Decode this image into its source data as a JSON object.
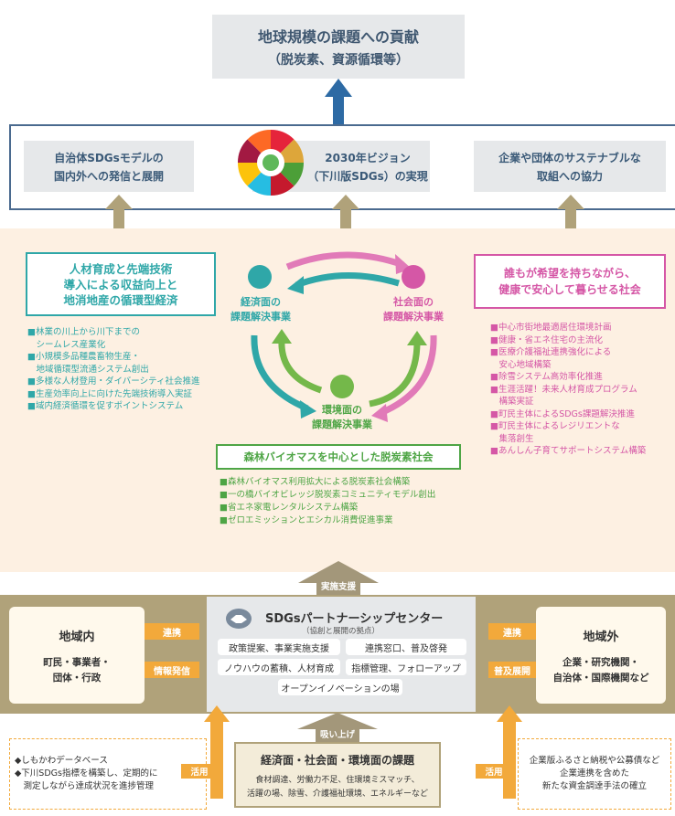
{
  "top_goal": {
    "line1": "地球規模の課題への貢献",
    "line2": "（脱炭素、資源循環等）"
  },
  "vision": {
    "left": {
      "line1": "自治体SDGsモデルの",
      "line2": "国内外への発信と展開"
    },
    "center": {
      "line1": "2030年ビジョン",
      "line2": "（下川版SDGs）の実現"
    },
    "right": {
      "line1": "企業や団体のサステナブルな",
      "line2": "取組への協力"
    }
  },
  "economic": {
    "title": [
      "人材育成と先端技術",
      "導入による収益向上と",
      "地消地産の循環型経済"
    ],
    "bullets": [
      "■林業の川上から川下までの",
      "　シームレス産業化",
      "■小規模多品種農畜物生産・",
      "　地域循環型流通システム創出",
      "■多様な人材登用・ダイバーシティ社会推進",
      "■生産効率向上に向けた先端技術導入実証",
      "■域内経済循環を促すポイントシステム"
    ]
  },
  "social": {
    "title": [
      "誰もが希望を持ちながら、",
      "健康で安心して暮らせる社会"
    ],
    "bullets": [
      "■中心市街地最適居住環境計画",
      "■健康・省エネ住宅の主流化",
      "■医療介護福祉連携強化による",
      "　安心地域構築",
      "■除雪システム高効率化推進",
      "■生涯活躍！未来人材育成プログラム",
      "　構築実証",
      "■町民主体によるSDGs課題解決推進",
      "■町民主体によるレジリエントな",
      "　集落創生",
      "■あんしん子育てサポートシステム構築"
    ]
  },
  "cycle": {
    "economic_label": [
      "経済面の",
      "課題解決事業"
    ],
    "social_label": [
      "社会面の",
      "課題解決事業"
    ],
    "environment_label": [
      "環境面の",
      "課題解決事業"
    ]
  },
  "environment": {
    "title": "森林バイオマスを中心とした脱炭素社会",
    "bullets": [
      "■森林バイオマス利用拡大による脱炭素社会構築",
      "■一の橋バイオビレッジ脱炭素コミュニティモデル創出",
      "■省エネ家電レンタルシステム構築",
      "■ゼロエミッションとエシカル消費促進事業"
    ]
  },
  "support_label": "実施支援",
  "partnership": {
    "title": "SDGsパートナーシップセンター",
    "subtitle": "（協創と展開の拠点）",
    "pills": [
      "政策提案、事業実施支援",
      "連携窓口、普及啓発",
      "ノウハウの蓄積、人材育成",
      "指標管理、フォローアップ",
      "オープンイノベーションの場"
    ]
  },
  "local": {
    "title": "地域内",
    "line1": "町民・事業者・",
    "line2": "団体・行政",
    "tag1": "連携",
    "tag2": "情報発信"
  },
  "external": {
    "title": "地域外",
    "line1": "企業・研究機関・",
    "line2": "自治体・国際機関など",
    "tag1": "連携",
    "tag2": "普及展開"
  },
  "bottom": {
    "lift_label": "吸い上げ",
    "left_bullets": [
      "◆しもかわデータベース",
      "◆下川SDGs指標を構築し、定期的に",
      "　測定しながら達成状況を進捗管理"
    ],
    "left_tag": "活用",
    "center_title": "経済面・社会面・環境面の課題",
    "center_line1": "食材調達、労働力不足、住環境ミスマッチ、",
    "center_line2": "活躍の場、除雪、介護福祉環境、エネルギーなど",
    "right_tag": "活用",
    "right_line1": "企業版ふるさと納税や公募債など",
    "right_line2": "企業連携を含めた",
    "right_line3": "新たな資金調達手法の確立"
  },
  "colors": {
    "navy": "#3f5770",
    "teal": "#2fa7a8",
    "pink": "#d557a6",
    "green": "#4ea545",
    "orange": "#f2a93b",
    "khaki": "#b0a27a",
    "cream": "#fdf0e2",
    "blue_arrow": "#2d6aa4"
  }
}
